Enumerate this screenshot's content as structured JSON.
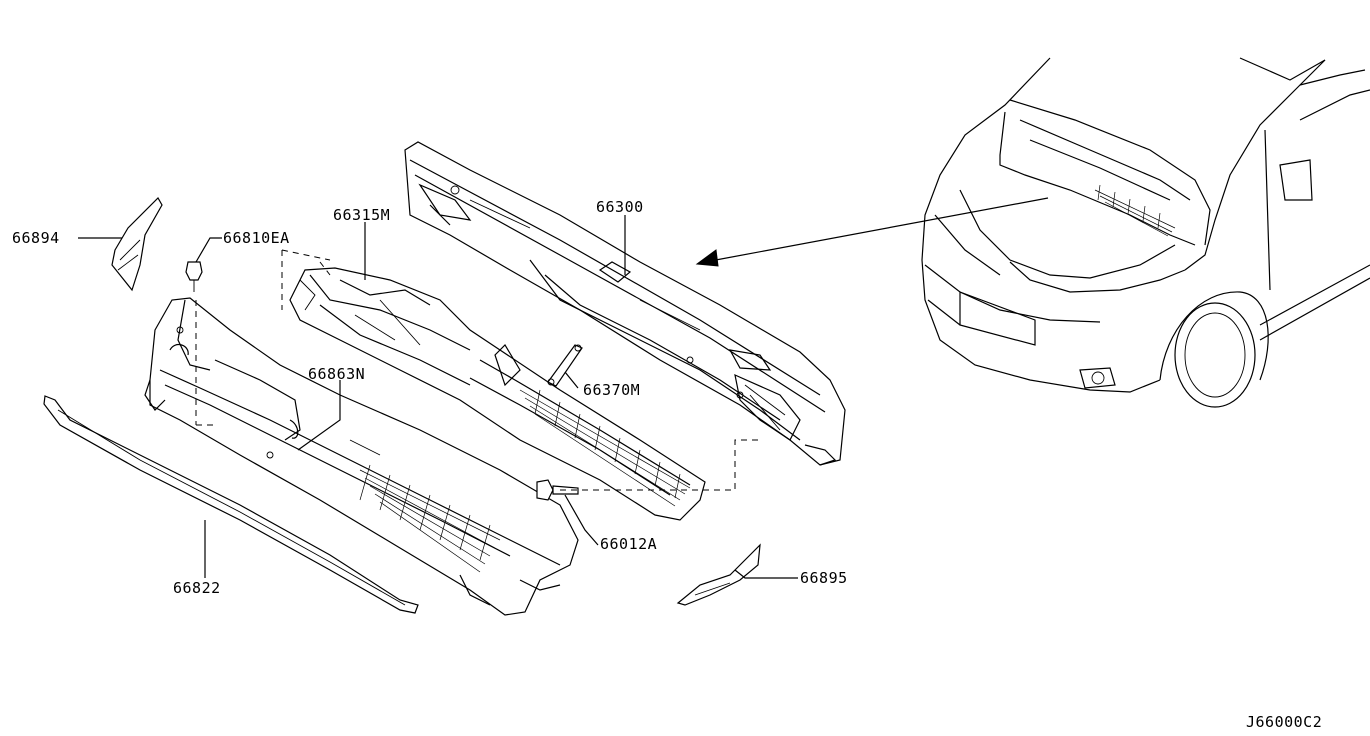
{
  "callouts": {
    "p66894": "66894",
    "p66810EA": "66810EA",
    "p66315M": "66315M",
    "p66300": "66300",
    "p66863N": "66863N",
    "p66370M": "66370M",
    "p66012A": "66012A",
    "p66895": "66895",
    "p66822": "66822"
  },
  "diagram_code": "J66000C2"
}
